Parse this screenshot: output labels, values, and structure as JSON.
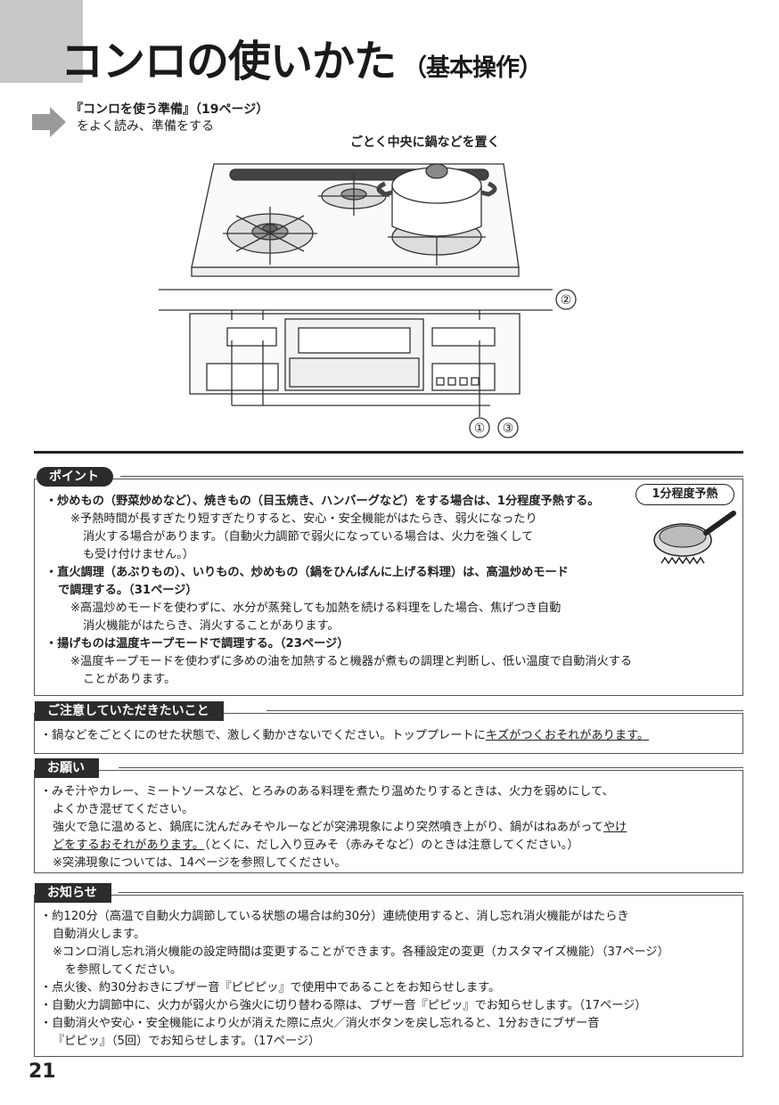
{
  "page": {
    "title": "コンロの使いかた",
    "title_sub": "（基本操作）",
    "page_number": "21"
  },
  "prep": {
    "line1": "『コンロを使う準備』（19ページ）",
    "line2": "をよく読み、準備をする"
  },
  "illustration": {
    "pot_label": "ごとく中央に鍋などを置く",
    "markers": [
      "②",
      "①",
      "③"
    ]
  },
  "point": {
    "tag": "ポイント",
    "preheat_badge": "1分程度予熱",
    "lines": [
      "・炒めもの（野菜炒めなど）、焼きもの（目玉焼き、ハンバーグなど）をする場合は、1分程度予熱する。",
      "※予熱時間が長すぎたり短すぎたりすると、安心・安全機能がはたらき、弱火になったり",
      "消火する場合があります。（自動火力調節で弱火になっている場合は、火力を強くして",
      "も受け付けません。）",
      "・直火調理（あぶりもの）、いりもの、炒めもの（鍋をひんぱんに上げる料理）は、高温炒めモード",
      "で調理する。（31ページ）",
      "※高温炒めモードを使わずに、水分が蒸発しても加熱を続ける料理をした場合、焦げつき自動",
      "消火機能がはたらき、消火することがあります。",
      "・揚げものは温度キープモードで調理する。（23ページ）",
      "※温度キープモードを使わずに多めの油を加熱すると機器が煮もの調理と判断し、低い温度で自動消火する",
      "ことがあります。"
    ]
  },
  "caution": {
    "tag": "ご注意していただきたいこと",
    "text_a": "・鍋などをごとくにのせた状態で、激しく動かさないでください。トッププレートに",
    "text_b": "キズがつくおそれがあります。"
  },
  "request": {
    "tag": "お願い",
    "line1": "・みそ汁やカレー、ミートソースなど、とろみのある料理を煮たり温めたりするときは、火力を弱めにして、",
    "line2": "よくかき混ぜてください。",
    "line3a": "強火で急に温めると、鍋底に沈んだみそやルーなどが突沸現象により突然噴き上がり、鍋がはねあがって",
    "line3b": "やけ",
    "line4a": "どをするおそれがあります。",
    "line4b": "（とくに、だし入り豆みそ（赤みそなど）のときは注意してください。）",
    "line5": "※突沸現象については、14ページを参照してください。"
  },
  "notice": {
    "tag": "お知らせ",
    "lines": [
      "・約120分（高温で自動火力調節している状態の場合は約30分）連続使用すると、消し忘れ消火機能がはたらき",
      "自動消火します。",
      "※コンロ消し忘れ消火機能の設定時間は変更することができます。各種設定の変更（カスタマイズ機能）（37ページ）",
      "を参照してください。",
      "・点火後、約30分おきにブザー音『ピピピッ』で使用中であることをお知らせします。",
      "・自動火力調節中に、火力が弱火から強火に切り替わる際は、ブザー音『ピピッ』でお知らせします。（17ページ）",
      "・自動消火や安心・安全機能により火が消えた際に点火／消火ボタンを戻し忘れると、1分おきにブザー音",
      "『ピピッ』（5回）でお知らせします。（17ページ）"
    ]
  }
}
